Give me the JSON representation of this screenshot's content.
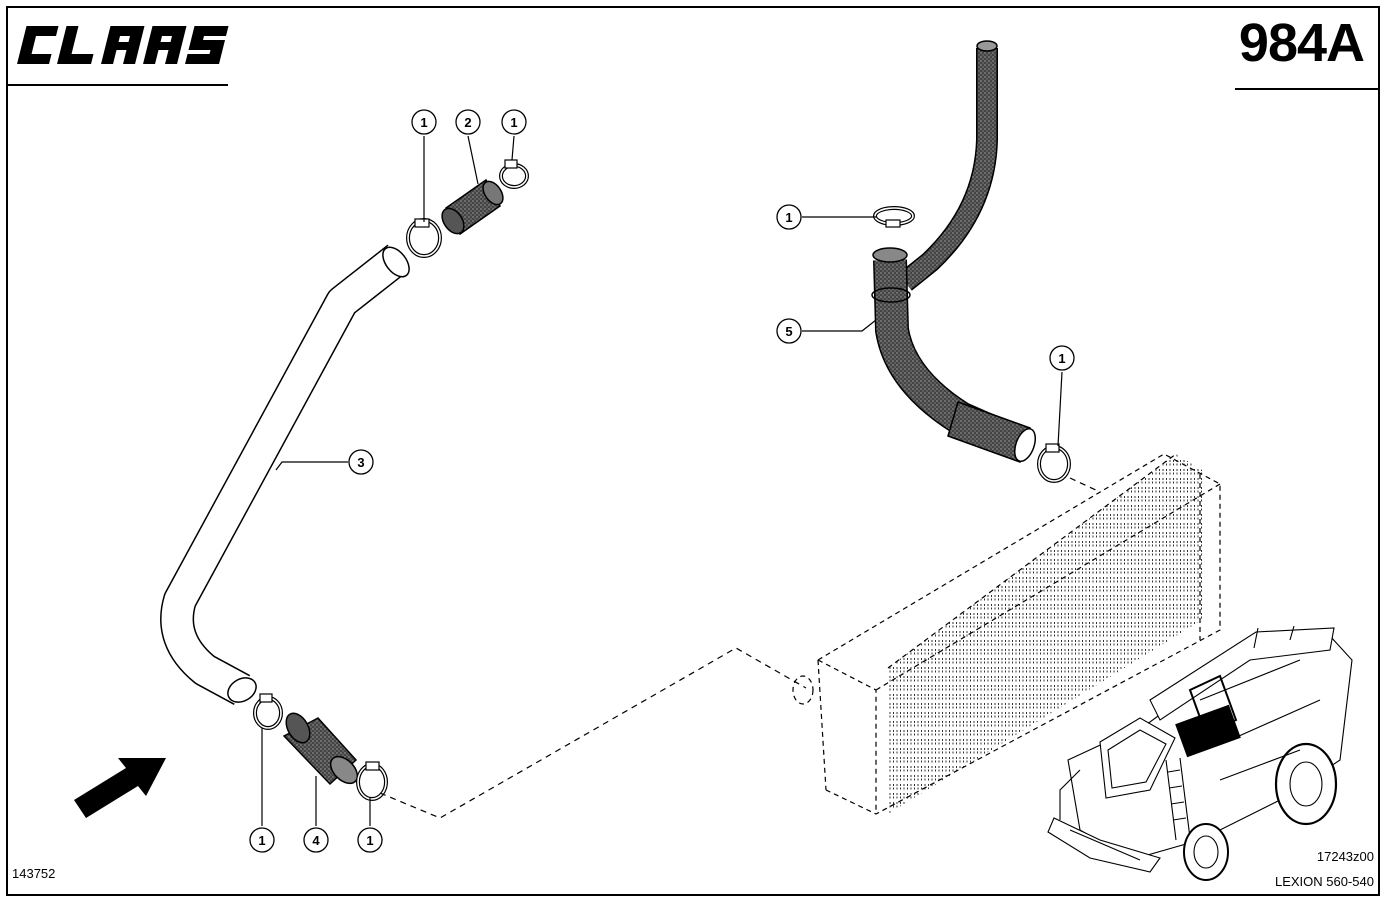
{
  "header": {
    "brand": "CLAAS",
    "sheet_number": "984A"
  },
  "footer": {
    "drawing_ref": "143752",
    "figure_ref": "17243z00",
    "model": "LEXION 560-540"
  },
  "callouts": [
    {
      "id": "c-top-left-clamp",
      "label": "1"
    },
    {
      "id": "c-top-sleeve",
      "label": "2"
    },
    {
      "id": "c-top-right-clamp",
      "label": "1"
    },
    {
      "id": "c-pipe",
      "label": "3"
    },
    {
      "id": "c-right-clamp-upper",
      "label": "1"
    },
    {
      "id": "c-bent-hose",
      "label": "5"
    },
    {
      "id": "c-right-clamp-lower",
      "label": "1"
    },
    {
      "id": "c-bottom-left-clamp",
      "label": "1"
    },
    {
      "id": "c-bottom-sleeve",
      "label": "4"
    },
    {
      "id": "c-bottom-right-clamp",
      "label": "1"
    }
  ],
  "icons": {
    "direction": "arrow-icon",
    "locator": "combine-harvester-icon"
  }
}
